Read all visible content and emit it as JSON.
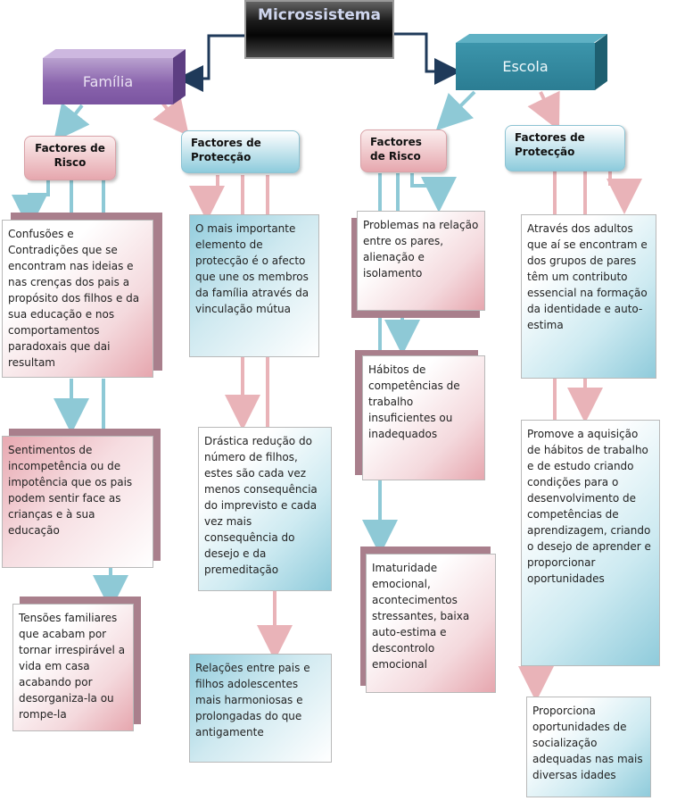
{
  "root": {
    "title": "Microssistema"
  },
  "familia": {
    "title": "Família",
    "risk": {
      "label": "Factores de Risco",
      "items": [
        "Confusões e Contradições que se encontram nas ideias e nas crenças dos pais a propósito dos filhos e da sua educação e nos comportamentos paradoxais que dai resultam",
        "Sentimentos de incompetência ou de impotência que os pais podem sentir face as crianças e à sua educação",
        "Tensões familiares que acabam por tornar irrespirável a vida em casa acabando por desorganiza-la ou rompe-la"
      ]
    },
    "protection": {
      "label": "Factores de Protecção",
      "items": [
        "O mais importante elemento de protecção é o afecto que une os membros da família através da vinculação mútua",
        "Drástica redução do número de filhos, estes são cada vez menos consequência do imprevisto e cada vez mais consequência do desejo e da premeditação",
        "Relações entre pais e filhos adolescentes mais harmoniosas e prolongadas do que antigamente"
      ]
    }
  },
  "escola": {
    "title": "Escola",
    "risk": {
      "label": "Factores de Risco",
      "items": [
        "Problemas na relação entre os pares, alienação e isolamento",
        "Hábitos de competências de trabalho insuficientes ou inadequados",
        "Imaturidade emocional, acontecimentos stressantes, baixa auto-estima e descontrolo emocional"
      ]
    },
    "protection": {
      "label": "Factores de Protecção",
      "items": [
        "Através dos adultos que aí se encontram e dos grupos de pares têm um contributo essencial na formação da identidade e auto-estima",
        "Promove a aquisição de hábitos de trabalho e de estudo criando condições para o desenvolvimento de competências de aprendizagem, criando o desejo de aprender e proporcionar oportunidades",
        "Proporciona oportunidades de socialização adequadas nas mais diversas idades"
      ]
    }
  },
  "colors": {
    "connector_dark": "#1f3a5a",
    "arrow_teal": "#8ec9d6",
    "arrow_pink": "#e9b3b8"
  }
}
